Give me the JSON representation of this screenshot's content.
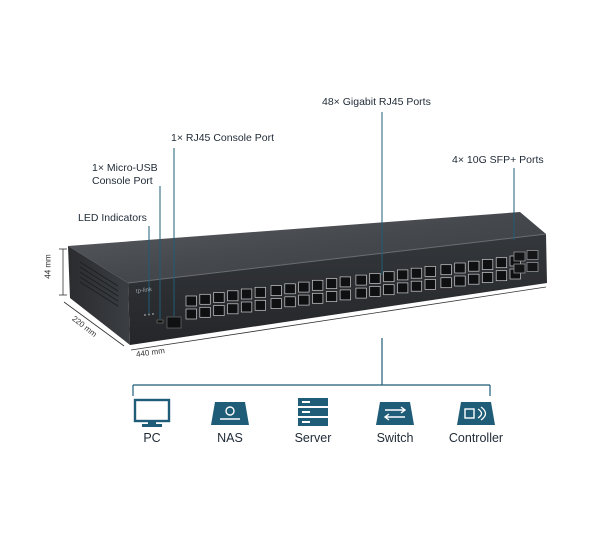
{
  "callouts": {
    "rj45_ports": "48× Gigabit RJ45 Ports",
    "console_rj45": "1× RJ45 Console Port",
    "console_usb_line1": "1× Micro-USB",
    "console_usb_line2": "Console Port",
    "sfp_ports": "4× 10G SFP+ Ports",
    "led": "LED Indicators"
  },
  "dimensions": {
    "height": "44 mm",
    "depth": "220 mm",
    "width": "440 mm"
  },
  "brand_mark": "tp-link",
  "devices": [
    {
      "label": "PC",
      "icon": "pc-icon"
    },
    {
      "label": "NAS",
      "icon": "nas-icon"
    },
    {
      "label": "Server",
      "icon": "server-icon"
    },
    {
      "label": "Switch",
      "icon": "switch-icon"
    },
    {
      "label": "Controller",
      "icon": "controller-icon"
    }
  ],
  "colors": {
    "accent": "#1f5c78",
    "chassis_top": "#4b4e52",
    "chassis_front": "#2c2e31",
    "leader": "#1f5c78"
  }
}
